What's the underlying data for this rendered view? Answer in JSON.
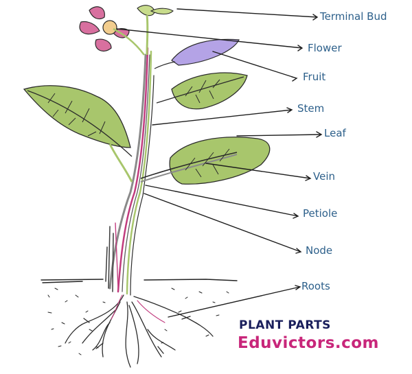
{
  "labels": {
    "terminal_bud": "Terminal Bud",
    "flower": "Flower",
    "fruit": "Fruit",
    "stem": "Stem",
    "leaf": "Leaf",
    "vein": "Vein",
    "petiole": "Petiole",
    "node": "Node",
    "roots": "Roots"
  },
  "caption": {
    "line1": "PLANT PARTS",
    "line2": "Eduvictors.com"
  },
  "colors": {
    "leaf": "#a8c66c",
    "stem": "#c13b7e",
    "petal": "#d8709f",
    "fruit": "#b4a3e6",
    "label": "#2c5f8a",
    "caption_dark": "#1a1f5c",
    "caption_pink": "#c8267a"
  }
}
